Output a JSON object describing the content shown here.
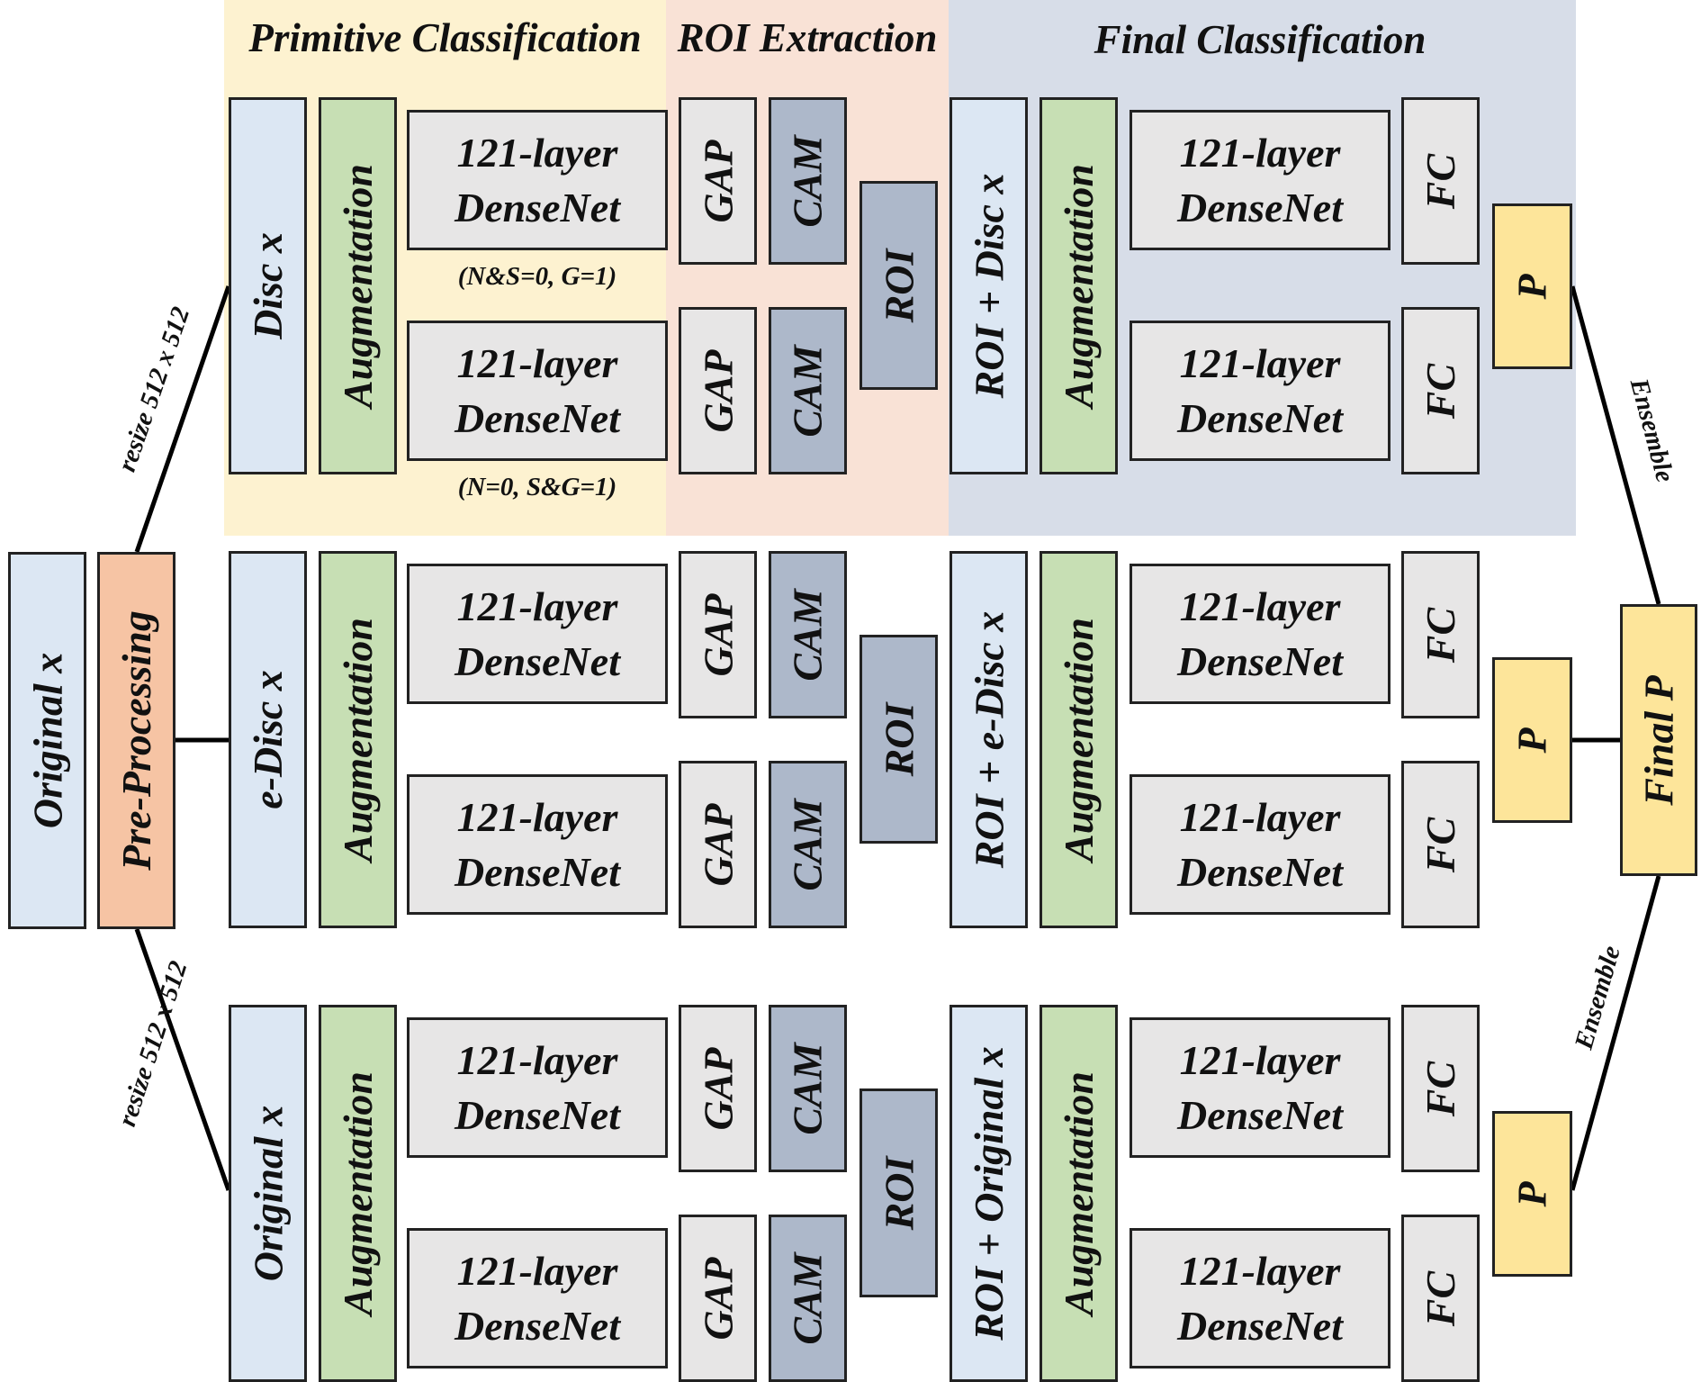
{
  "colors": {
    "region_primitive": "#fdf2d0",
    "region_roi": "#f9e2d6",
    "region_final": "#d7dde8",
    "box_blue": "#dce7f3",
    "box_green": "#c7dfb4",
    "box_gray": "#e7e6e6",
    "box_slate": "#adb8ca",
    "box_orange": "#f6c4a4",
    "box_yellow": "#fde59a"
  },
  "headers": {
    "primitive": "Primitive Classification",
    "roi": "ROI Extraction",
    "final": "Final Classification"
  },
  "input": {
    "original": "Original x",
    "preprocessing": "Pre-Processing"
  },
  "edge_labels": {
    "resize_top": "resize 512 x 512",
    "resize_bottom": "resize 512 x 512",
    "ensemble_top": "Ensemble",
    "ensemble_bottom": "Ensemble"
  },
  "notes": {
    "top_first": "(N&S=0, G=1)",
    "top_second": "(N=0, S&G=1)"
  },
  "rows": [
    {
      "input_label": "Disc x",
      "augmentation": "Augmentation",
      "densenet_1": "121-layer",
      "densenet_2": "DenseNet",
      "gap": "GAP",
      "cam": "CAM",
      "roi": "ROI",
      "roi_input": "ROI + Disc x",
      "fc": "FC",
      "p": "P"
    },
    {
      "input_label": "e-Disc x",
      "augmentation": "Augmentation",
      "densenet_1": "121-layer",
      "densenet_2": "DenseNet",
      "gap": "GAP",
      "cam": "CAM",
      "roi": "ROI",
      "roi_input": "ROI + e-Disc x",
      "fc": "FC",
      "p": "P"
    },
    {
      "input_label": "Original x",
      "augmentation": "Augmentation",
      "densenet_1": "121-layer",
      "densenet_2": "DenseNet",
      "gap": "GAP",
      "cam": "CAM",
      "roi": "ROI",
      "roi_input": "ROI + Original x",
      "fc": "FC",
      "p": "P"
    }
  ],
  "final_p": "Final P"
}
